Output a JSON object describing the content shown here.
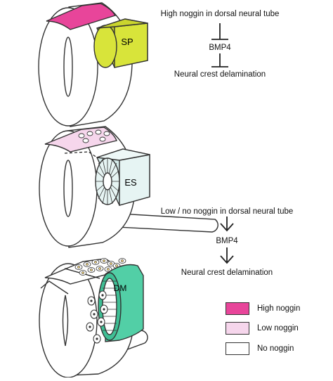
{
  "panel_top": {
    "block_label": "SP",
    "line1": "High noggin in dorsal neural tube",
    "line2": "BMP4",
    "line3": "Neural crest delamination"
  },
  "panel_middle": {
    "block_label": "ES",
    "line1": "Low / no noggin in dorsal neural tube",
    "line2": "BMP4",
    "line3": "Neural crest delamination"
  },
  "panel_bottom": {
    "block_label": "DM"
  },
  "legend": [
    {
      "label": "High noggin",
      "color": "#e8459a"
    },
    {
      "label": "Low noggin",
      "color": "#f6d6ec"
    },
    {
      "label": "No noggin",
      "color": "#ffffff"
    }
  ],
  "colors": {
    "somite_SP": "#d8e43a",
    "somite_ES": "#e6f4f3",
    "somite_DM": "#52cfa6",
    "outline": "#333333",
    "cell_nucleus": "#f1d27a"
  }
}
